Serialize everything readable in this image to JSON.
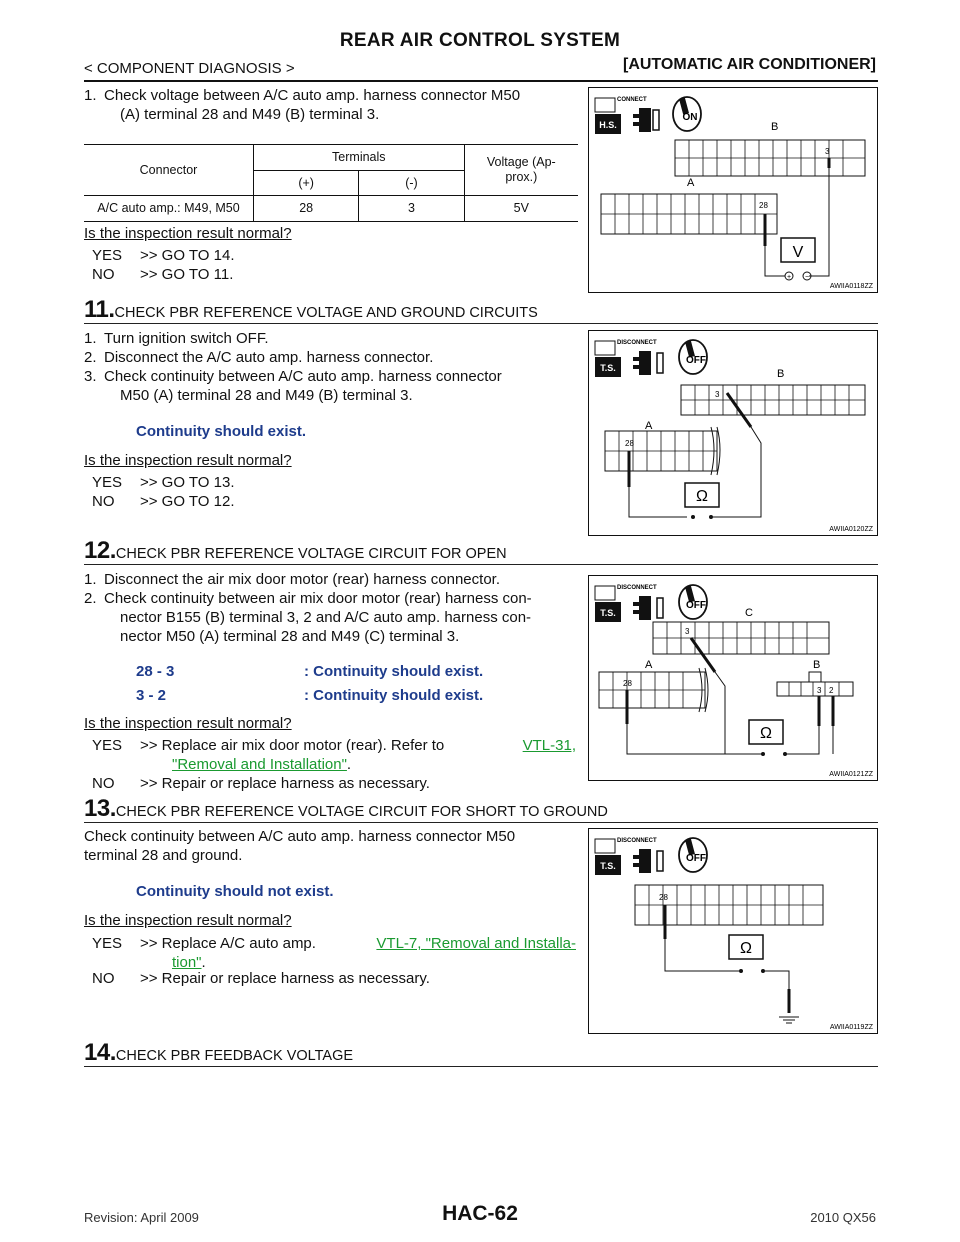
{
  "header": {
    "title": "REAR AIR CONTROL SYSTEM",
    "section": "< COMPONENT DIAGNOSIS >",
    "category": "[AUTOMATIC AIR CONDITIONER]"
  },
  "block10": {
    "step1_num": "1.",
    "step1_line1": "Check voltage between A/C auto amp. harness connector M50",
    "step1_line2": "(A) terminal 28 and M49 (B) terminal 3.",
    "table": {
      "col_connector": "Connector",
      "col_terminals": "Terminals",
      "col_plus": "(+)",
      "col_minus": "(-)",
      "col_voltage_1": "Voltage (Ap-",
      "col_voltage_2": "prox.)",
      "row_connector": "A/C auto amp.: M49, M50",
      "row_plus": "28",
      "row_minus": "3",
      "row_voltage": "5V"
    },
    "question": "Is the inspection result normal?",
    "yes": "YES",
    "yes_text": ">> GO TO 14.",
    "no": "NO",
    "no_text": ">> GO TO 11.",
    "figure": {
      "connect": "CONNECT",
      "hs": "H.S.",
      "on": "ON",
      "label_b": "B",
      "label_a": "A",
      "term_3": "3",
      "term_28": "28",
      "meter": "V",
      "plus": "+",
      "minus": "−",
      "code": "AWIIA0118ZZ"
    }
  },
  "step11": {
    "num": "11.",
    "title": "CHECK PBR REFERENCE VOLTAGE AND GROUND CIRCUITS",
    "s1n": "1.",
    "s1": "Turn ignition switch OFF.",
    "s2n": "2.",
    "s2": "Disconnect the A/C auto amp. harness connector.",
    "s3n": "3.",
    "s3_line1": "Check continuity between A/C auto amp. harness connector",
    "s3_line2": "M50 (A) terminal 28 and M49 (B) terminal 3.",
    "result": "Continuity should exist.",
    "question": "Is the inspection result normal?",
    "yes": "YES",
    "yes_text": ">> GO TO 13.",
    "no": "NO",
    "no_text": ">> GO TO 12.",
    "figure": {
      "disconnect": "DISCONNECT",
      "ts": "T.S.",
      "off": "OFF",
      "label_b": "B",
      "label_a": "A",
      "term_3": "3",
      "term_28": "28",
      "meter": "Ω",
      "code": "AWIIA0120ZZ"
    }
  },
  "step12": {
    "num": "12.",
    "title": "CHECK PBR REFERENCE VOLTAGE CIRCUIT FOR OPEN",
    "s1n": "1.",
    "s1": "Disconnect the air mix door motor (rear) harness connector.",
    "s2n": "2.",
    "s2_line1": "Check continuity between air mix door motor (rear) harness con-",
    "s2_line2": "nector B155 (B) terminal 3, 2 and A/C auto amp. harness con-",
    "s2_line3": "nector M50 (A) terminal 28 and M49 (C) terminal 3.",
    "r1_left": "28 - 3",
    "r1_right": ": Continuity should exist.",
    "r2_left": "3 - 2",
    "r2_right": ": Continuity should exist.",
    "question": "Is the inspection result normal?",
    "yes": "YES",
    "yes_text": ">> Replace air mix door motor (rear). Refer to",
    "yes_link": "VTL-31,",
    "yes_link2": "\"Removal and Installation\"",
    "yes_end": ".",
    "no": "NO",
    "no_text": ">> Repair or replace harness as necessary.",
    "figure": {
      "disconnect": "DISCONNECT",
      "ts": "T.S.",
      "off": "OFF",
      "label_c": "C",
      "label_a": "A",
      "label_b": "B",
      "term_3": "3",
      "term_28": "28",
      "term_3b": "3",
      "term_2": "2",
      "meter": "Ω",
      "code": "AWIIA0121ZZ"
    }
  },
  "step13": {
    "num": "13.",
    "title": "CHECK PBR REFERENCE VOLTAGE CIRCUIT FOR SHORT TO GROUND",
    "line1": "Check continuity between A/C auto amp. harness connector M50",
    "line2": "terminal 28 and ground.",
    "result": "Continuity should not exist.",
    "question": "Is the inspection result normal?",
    "yes": "YES",
    "yes_text": ">> Replace A/C auto amp.",
    "yes_link": "VTL-7, \"Removal and Installa-",
    "yes_link2": "tion\"",
    "yes_end": ".",
    "no": "NO",
    "no_text": ">> Repair or replace harness as necessary.",
    "figure": {
      "disconnect": "DISCONNECT",
      "ts": "T.S.",
      "off": "OFF",
      "term_28": "28",
      "meter": "Ω",
      "code": "AWIIA0119ZZ"
    }
  },
  "step14": {
    "num": "14.",
    "title": "CHECK PBR FEEDBACK VOLTAGE"
  },
  "footer": {
    "revision": "Revision: April 2009",
    "page": "HAC-62",
    "model": "2010 QX56"
  }
}
